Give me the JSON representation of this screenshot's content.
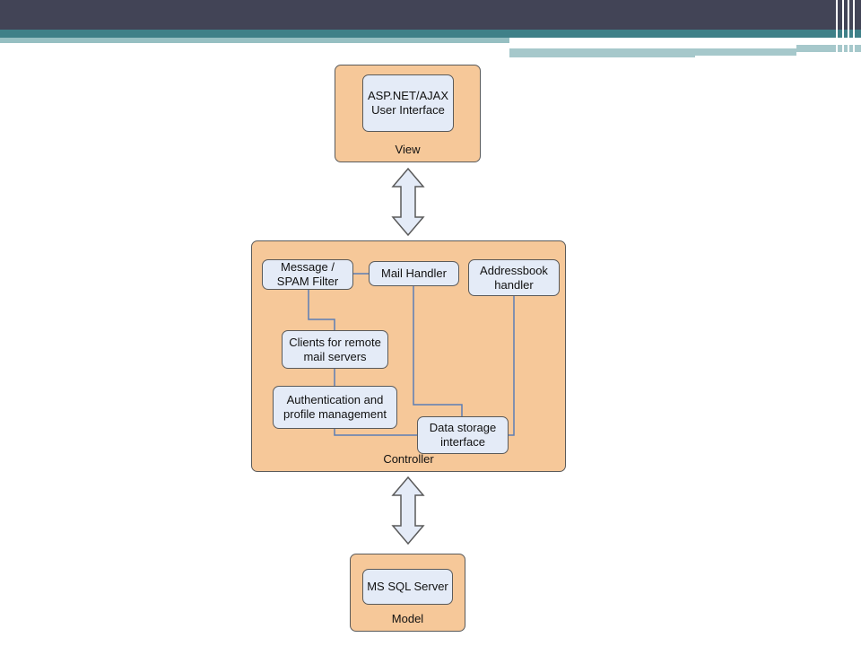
{
  "view": {
    "label": "View",
    "ui_box": "ASP.NET/AJAX\nUser Interface"
  },
  "controller": {
    "label": "Controller",
    "message_filter": "Message /\nSPAM Filter",
    "mail_handler": "Mail Handler",
    "addressbook": "Addressbook\nhandler",
    "clients_remote": "Clients for remote\nmail servers",
    "auth_profile": "Authentication and\nprofile management",
    "data_storage": "Data storage\ninterface"
  },
  "model": {
    "label": "Model",
    "db_box": "MS SQL Server"
  },
  "colors": {
    "title_bar": "#424456",
    "accent_teal": "#3f8088",
    "group_fill": "#f6c899",
    "box_fill": "#e4ebf7",
    "connector": "#5b7db5"
  }
}
